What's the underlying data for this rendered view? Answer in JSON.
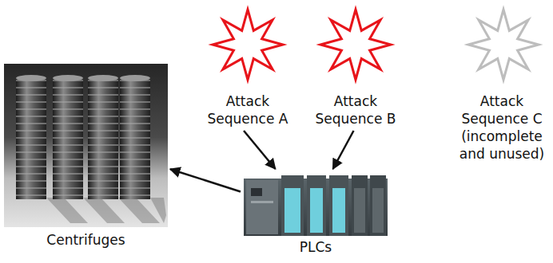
{
  "diagram": {
    "nodes": [
      {
        "text": [
          "Attack Sequence A"
        ]
      },
      {
        "text": [
          "Attack Sequence B"
        ]
      },
      {
        "text": [
          "Attack Sequence C (incomplete and unused)"
        ]
      },
      {
        "text": [
          "Centrifuges"
        ]
      },
      {
        "text": [
          "PLCs"
        ]
      }
    ],
    "edges": [
      {
        "from": 0,
        "to": 4,
        "arrow": "to"
      },
      {
        "from": 1,
        "to": 4,
        "arrow": "to"
      },
      {
        "from": 4,
        "to": 3,
        "arrow": "to"
      }
    ]
  }
}
